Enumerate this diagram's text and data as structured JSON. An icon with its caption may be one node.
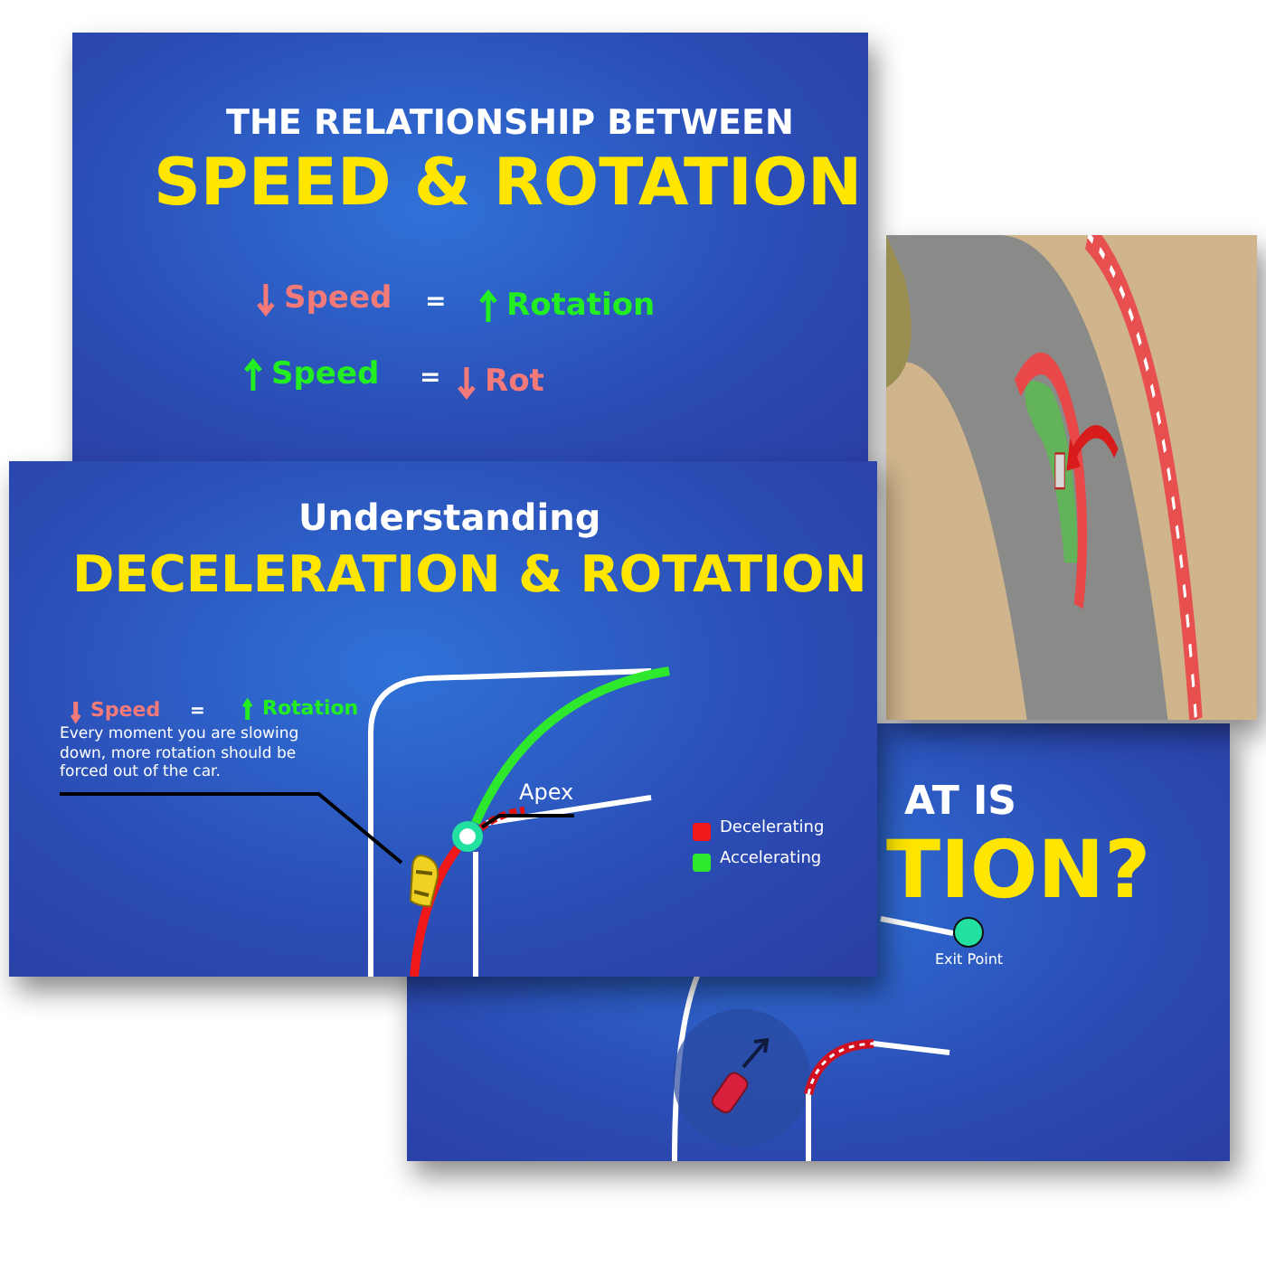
{
  "diagram": {
    "nodes": [
      {
        "text": [
          "Every moment you are slowing down, more rotation should be forced out of the car."
        ]
      },
      {
        "text": [],
        "shape": "picture"
      },
      {
        "text": [
          "Apex"
        ]
      },
      {
        "text": [],
        "shape": "circle"
      },
      {
        "text": [],
        "shape": "circle",
        "beside": [
          "Exit Point"
        ]
      }
    ],
    "edges": [
      {
        "from": 0,
        "to": 1,
        "arrow": "none"
      },
      {
        "from": 2,
        "to": 3,
        "arrow": "none"
      }
    ],
    "labels": [
      "THE RELATIONSHIP BETWEEN",
      "SPEED & ROTATION",
      "Speed",
      "=",
      "Rotation",
      "Speed",
      "=",
      "Rot",
      "Understanding",
      "DECELERATION & ROTATION",
      "Speed",
      "=",
      "Rotation",
      "AT IS",
      "TION?"
    ],
    "legend": [
      {
        "text": "Decelerating",
        "color": "#f01818"
      },
      {
        "text": "Accelerating",
        "color": "#2ee82e"
      }
    ]
  }
}
